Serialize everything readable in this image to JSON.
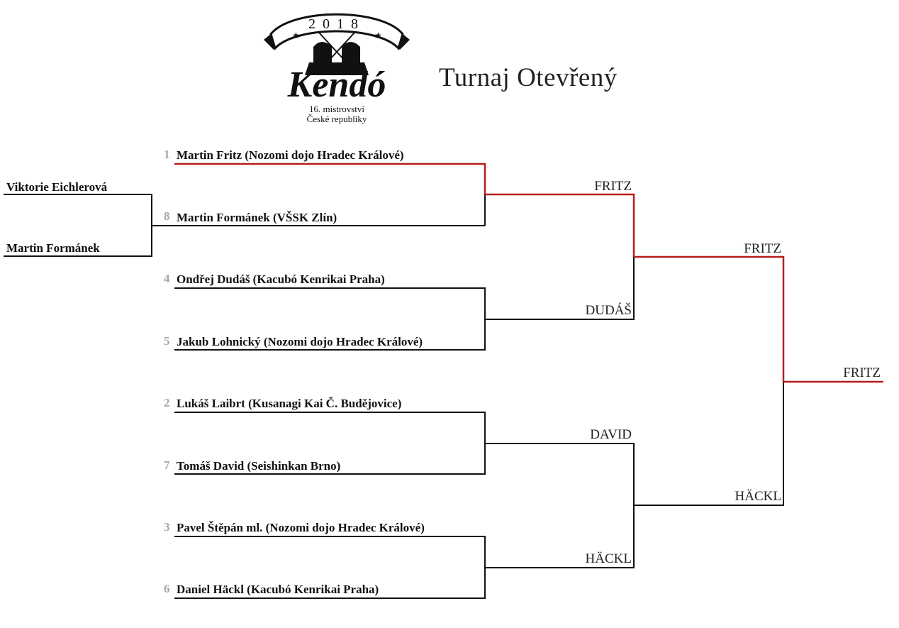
{
  "header": {
    "title": "Turnaj Otevřený",
    "logo_year": "2018",
    "logo_word": "Kendó",
    "logo_line1": "16. mistrovství",
    "logo_line2": "České republiky"
  },
  "preliminary": {
    "players": [
      "Viktorie Eichlerová",
      "Martin Formánek"
    ]
  },
  "round1": [
    {
      "seed": "1",
      "name": "Martin Fritz  (Nozomi dojo Hradec Králové)"
    },
    {
      "seed": "8",
      "name": "Martin Formánek (VŠSK Zlín)"
    },
    {
      "seed": "4",
      "name": "Ondřej Dudáš (Kacubó Kenrikai Praha)"
    },
    {
      "seed": "5",
      "name": "Jakub Lohnický  (Nozomi dojo Hradec Králové)"
    },
    {
      "seed": "2",
      "name": "Lukáš Laibrt (Kusanagi Kai Č. Budějovice)"
    },
    {
      "seed": "7",
      "name": "Tomáš David (Seishinkan Brno)"
    },
    {
      "seed": "3",
      "name": "Pavel Štěpán ml.  (Nozomi dojo Hradec Králové)"
    },
    {
      "seed": "6",
      "name": "Daniel Häckl (Kacubó Kenrikai Praha)"
    }
  ],
  "quarterfinal_winners": [
    "FRITZ",
    "DUDÁŠ",
    "DAVID",
    "HÄCKL"
  ],
  "semifinal_winners": [
    "FRITZ",
    "HÄCKL"
  ],
  "champion": "FRITZ",
  "colors": {
    "line": "#111111",
    "winner_path": "#b71c1c",
    "seed": "#a8a8a8"
  }
}
